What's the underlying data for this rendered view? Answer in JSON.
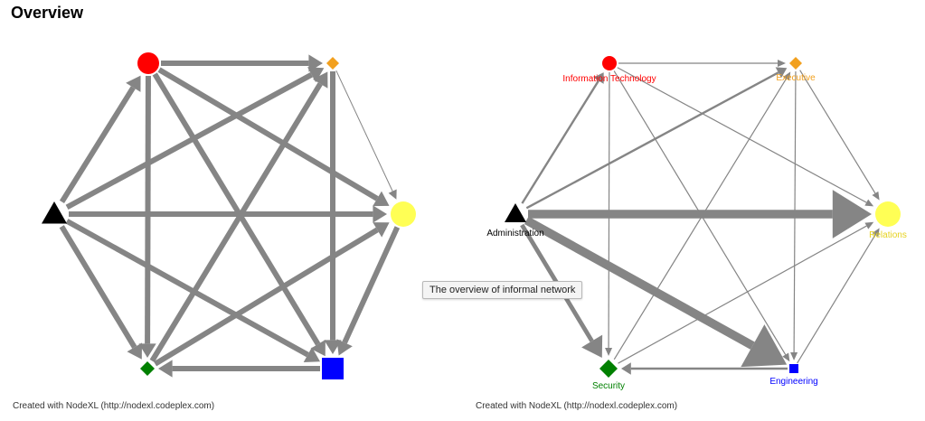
{
  "page": {
    "title": "Overview",
    "tooltip": "The overview of informal network"
  },
  "colors": {
    "edge": "#858585",
    "information_technology": "#ff0000",
    "executive": "#f2a01e",
    "sales": "#ffff55",
    "engineering": "#0000ff",
    "security": "#008000",
    "administration": "#000000"
  },
  "graphs": [
    {
      "credit": "Created with NodeXL (http://nodexl.codeplex.com)",
      "nodes": [
        {
          "id": "it",
          "label": "",
          "shape": "circle",
          "color": "#ff0000"
        },
        {
          "id": "exec",
          "label": "",
          "shape": "diamond",
          "color": "#f2a01e"
        },
        {
          "id": "sales",
          "label": "",
          "shape": "circle",
          "color": "#ffff55"
        },
        {
          "id": "eng",
          "label": "",
          "shape": "square",
          "color": "#0000ff"
        },
        {
          "id": "sec",
          "label": "",
          "shape": "diamond",
          "color": "#008000"
        },
        {
          "id": "admin",
          "label": "",
          "shape": "triangle",
          "color": "#000000"
        }
      ],
      "edges": [
        {
          "from": "it",
          "to": "exec",
          "weight": 6
        },
        {
          "from": "it",
          "to": "sales",
          "weight": 6
        },
        {
          "from": "it",
          "to": "eng",
          "weight": 6
        },
        {
          "from": "it",
          "to": "sec",
          "weight": 6
        },
        {
          "from": "admin",
          "to": "it",
          "weight": 6
        },
        {
          "from": "exec",
          "to": "sales",
          "weight": 1
        },
        {
          "from": "exec",
          "to": "eng",
          "weight": 6
        },
        {
          "from": "sec",
          "to": "exec",
          "weight": 6
        },
        {
          "from": "admin",
          "to": "exec",
          "weight": 6
        },
        {
          "from": "sales",
          "to": "eng",
          "weight": 6
        },
        {
          "from": "sec",
          "to": "sales",
          "weight": 6
        },
        {
          "from": "admin",
          "to": "sales",
          "weight": 6
        },
        {
          "from": "eng",
          "to": "sec",
          "weight": 6
        },
        {
          "from": "admin",
          "to": "eng",
          "weight": 6
        },
        {
          "from": "admin",
          "to": "sec",
          "weight": 6
        }
      ]
    },
    {
      "credit": "Created with NodeXL (http://nodexl.codeplex.com)",
      "nodes": [
        {
          "id": "it",
          "label": "Information Technology",
          "shape": "circle",
          "color": "#ff0000"
        },
        {
          "id": "exec",
          "label": "Executive",
          "shape": "diamond",
          "color": "#f2a01e"
        },
        {
          "id": "sales",
          "label": "Relations",
          "shape": "circle",
          "color": "#ffff55"
        },
        {
          "id": "eng",
          "label": "Engineering",
          "shape": "square",
          "color": "#0000ff"
        },
        {
          "id": "sec",
          "label": "Security",
          "shape": "diamond",
          "color": "#008000"
        },
        {
          "id": "admin",
          "label": "Administration",
          "shape": "triangle",
          "color": "#000000"
        }
      ],
      "edges": [
        {
          "from": "it",
          "to": "exec",
          "weight": 1
        },
        {
          "from": "it",
          "to": "sales",
          "weight": 1
        },
        {
          "from": "it",
          "to": "eng",
          "weight": 1
        },
        {
          "from": "it",
          "to": "sec",
          "weight": 1
        },
        {
          "from": "admin",
          "to": "it",
          "weight": 2
        },
        {
          "from": "exec",
          "to": "sales",
          "weight": 1
        },
        {
          "from": "exec",
          "to": "eng",
          "weight": 1
        },
        {
          "from": "sec",
          "to": "exec",
          "weight": 1
        },
        {
          "from": "admin",
          "to": "exec",
          "weight": 2
        },
        {
          "from": "admin",
          "to": "sales",
          "weight": 8
        },
        {
          "from": "admin",
          "to": "eng",
          "weight": 8
        },
        {
          "from": "admin",
          "to": "sec",
          "weight": 4
        },
        {
          "from": "sec",
          "to": "sales",
          "weight": 1
        },
        {
          "from": "eng",
          "to": "sec",
          "weight": 2
        },
        {
          "from": "eng",
          "to": "sales",
          "weight": 1
        }
      ]
    }
  ]
}
